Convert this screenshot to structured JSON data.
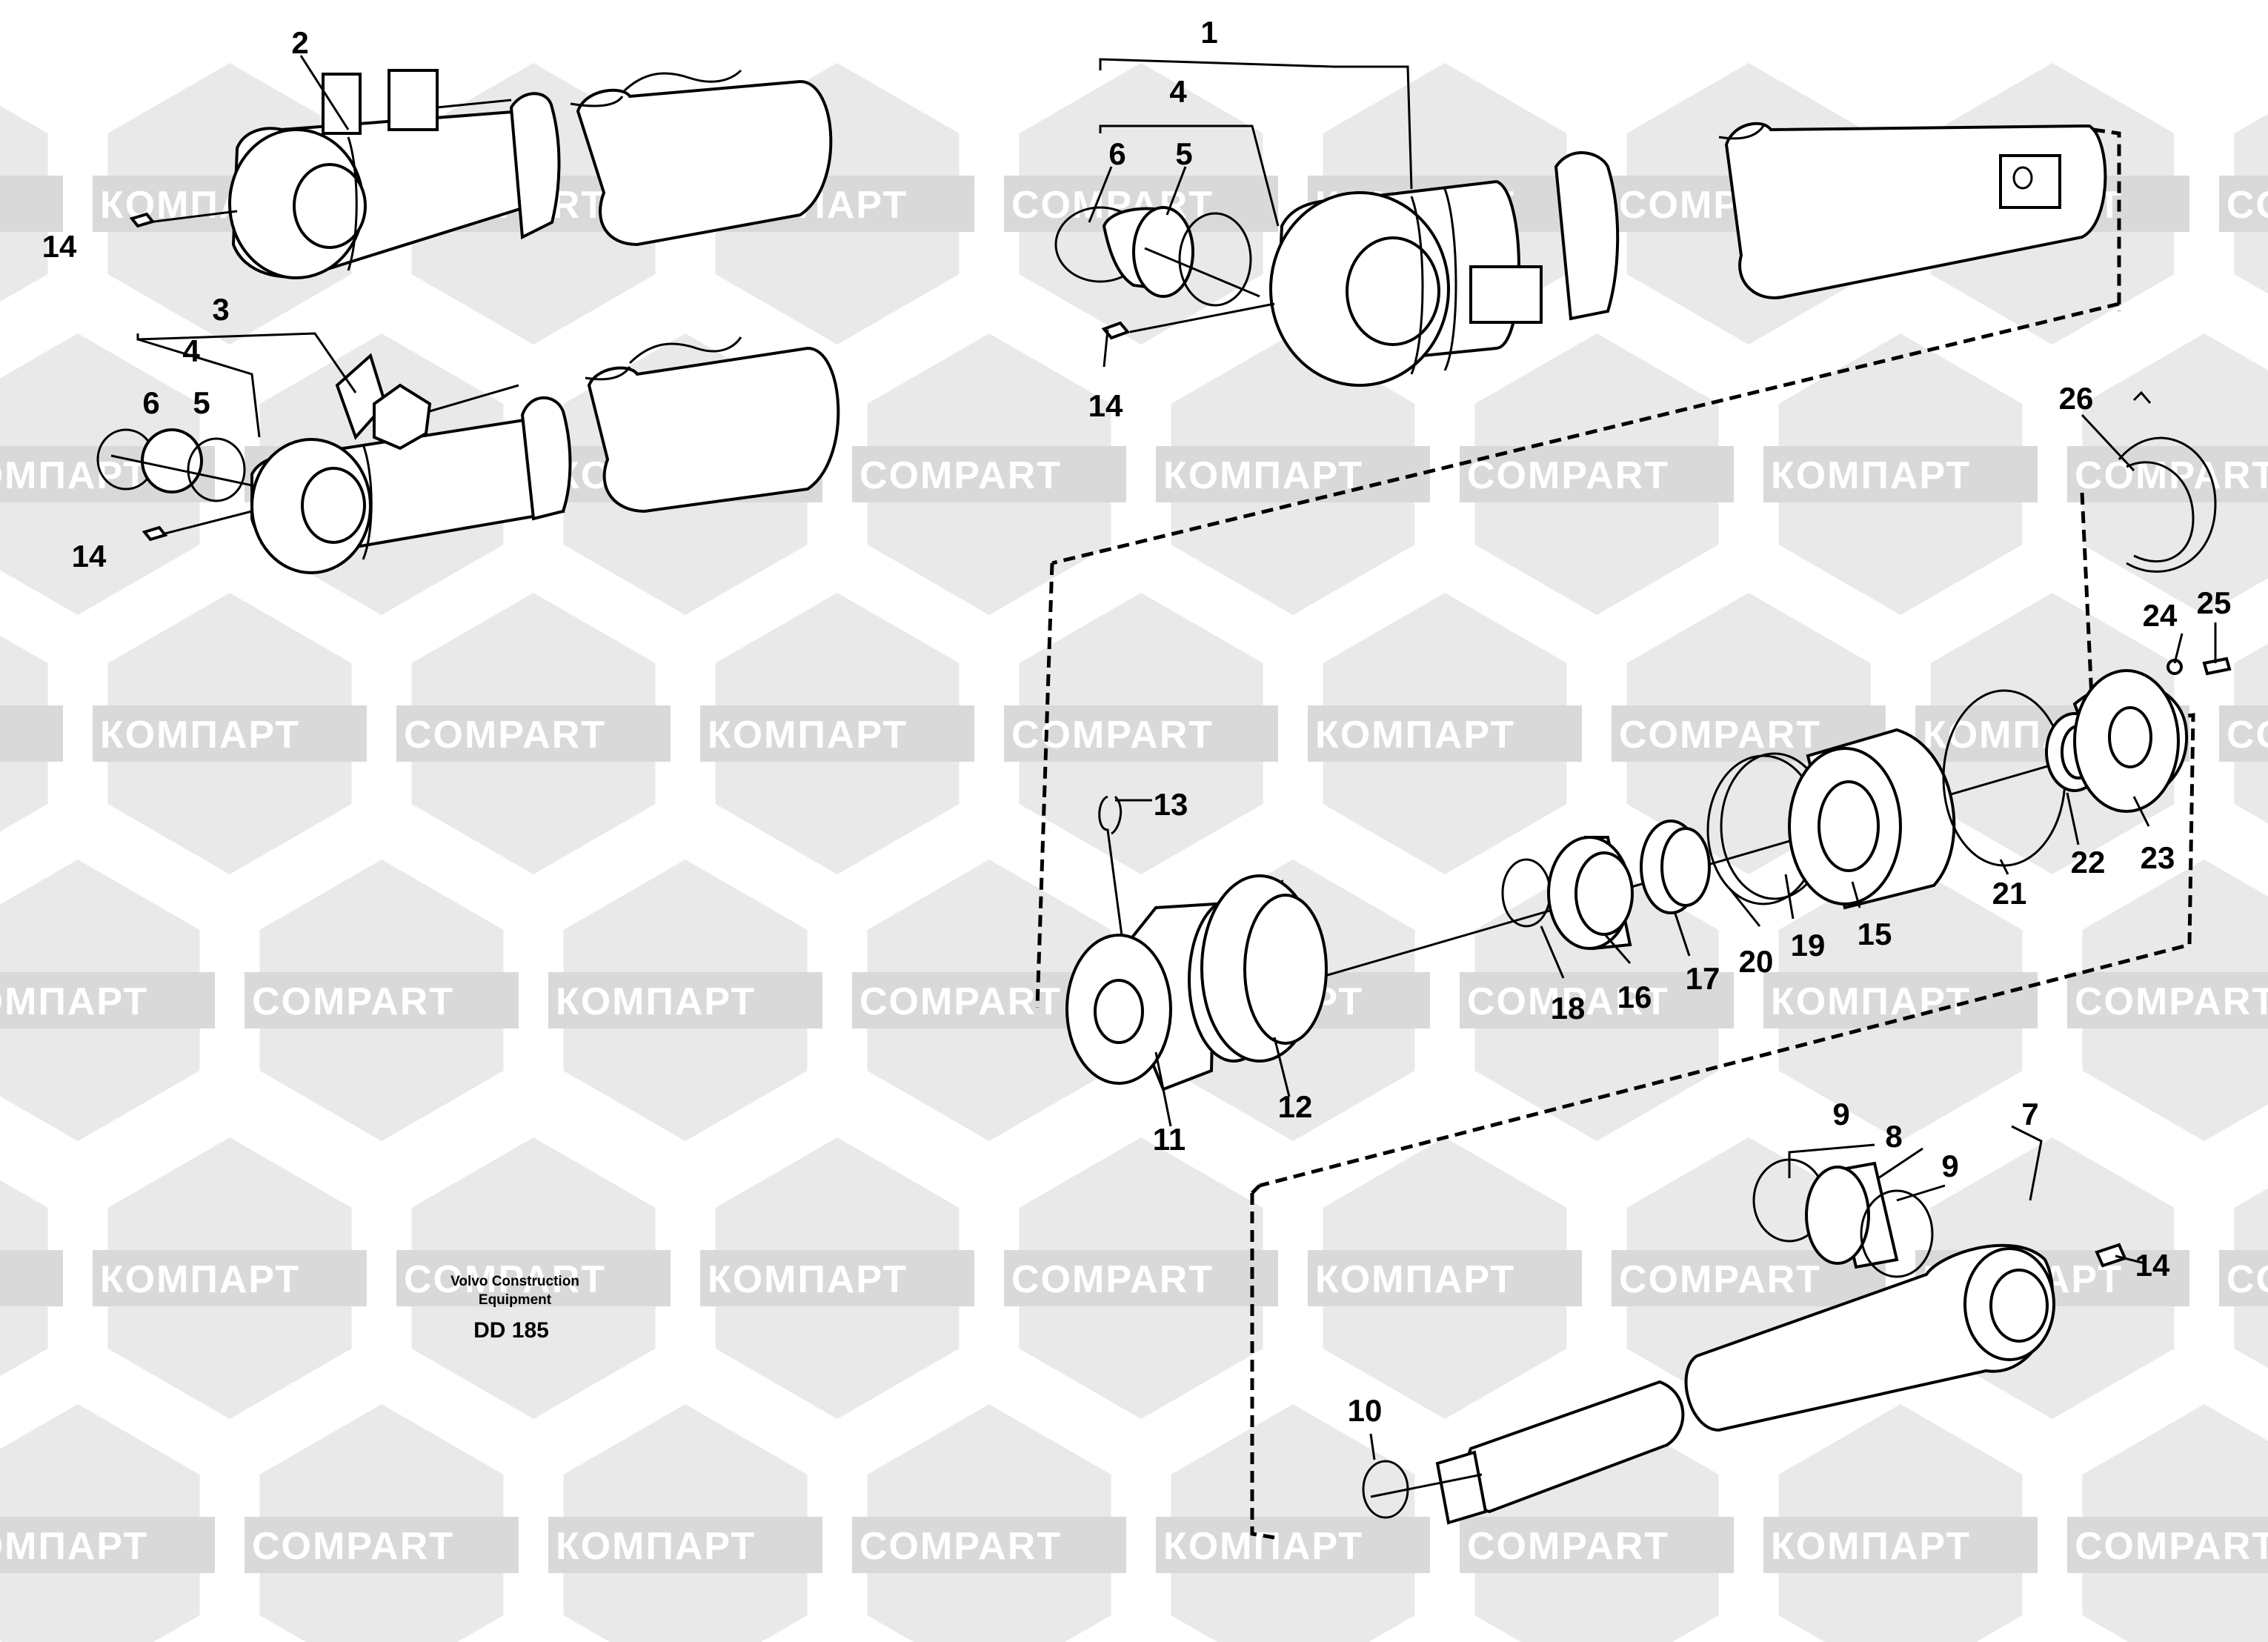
{
  "caption": {
    "line1": "Volvo Construction",
    "line2": "Equipment",
    "code": "DD 185"
  },
  "watermark": {
    "latin": "COMPART",
    "cyrillic": "КОМПАРТ"
  },
  "callouts": {
    "c1": "1",
    "c2": "2",
    "c3": "3",
    "c4a": "4",
    "c4b": "4",
    "c5a": "5",
    "c5b": "5",
    "c6a": "6",
    "c6b": "6",
    "c7": "7",
    "c8": "8",
    "c9a": "9",
    "c9b": "9",
    "c10": "10",
    "c11": "11",
    "c12": "12",
    "c13": "13",
    "c14a": "14",
    "c14b": "14",
    "c14c": "14",
    "c14d": "14",
    "c15": "15",
    "c16": "16",
    "c17": "17",
    "c18": "18",
    "c19": "19",
    "c20": "20",
    "c21": "21",
    "c22": "22",
    "c23": "23",
    "c24": "24",
    "c25": "25",
    "c26": "26"
  }
}
